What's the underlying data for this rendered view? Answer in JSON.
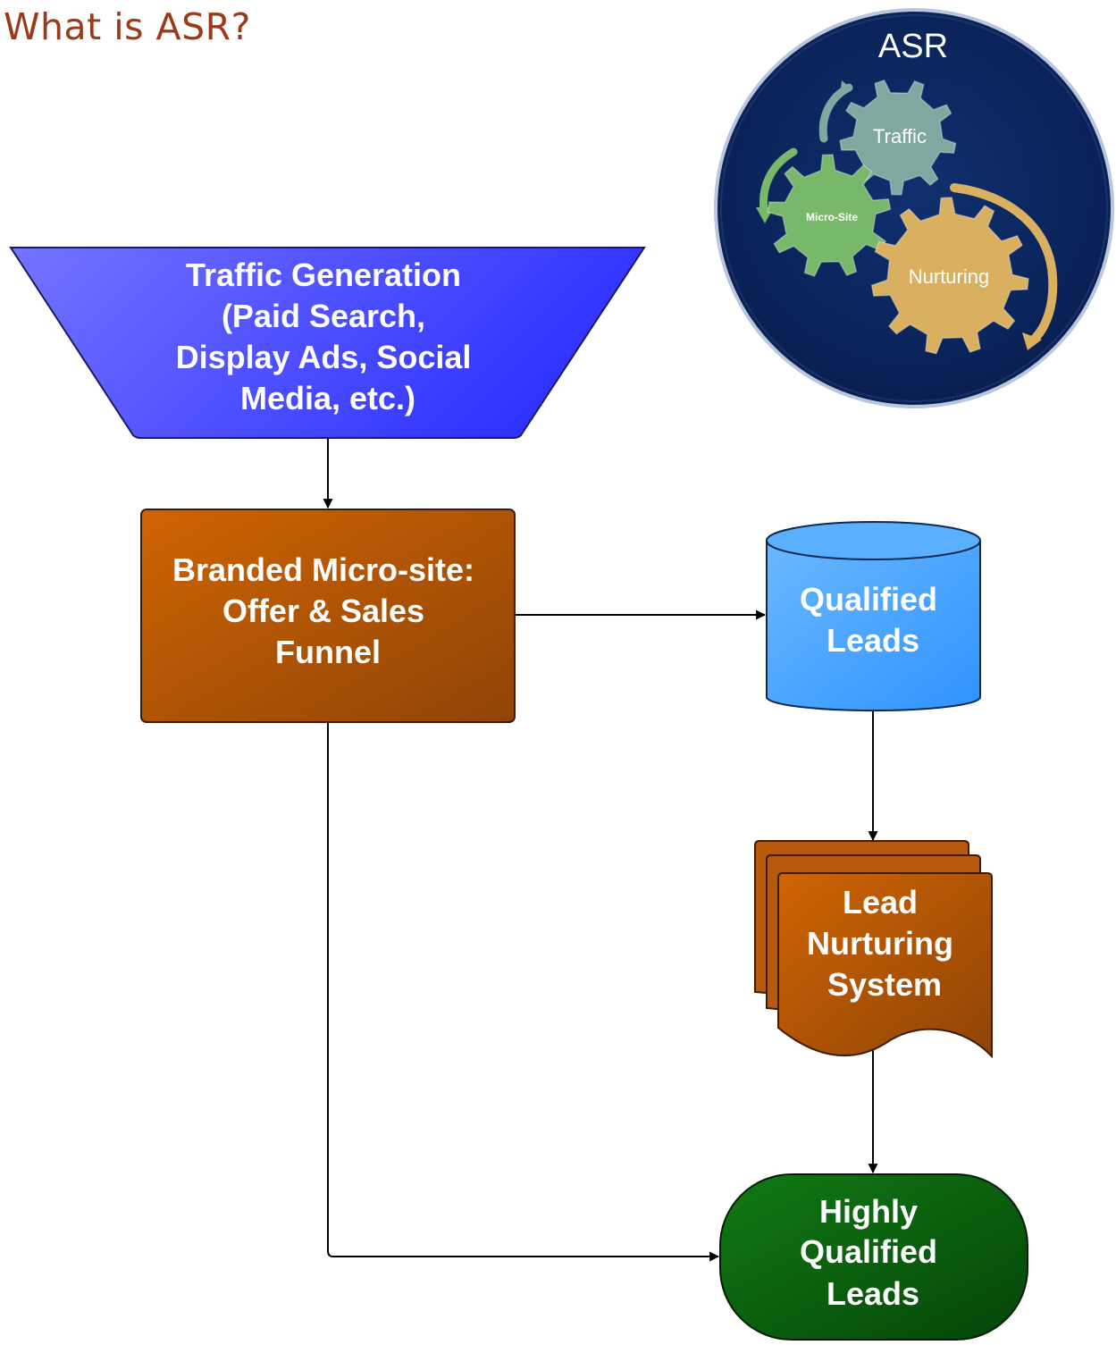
{
  "page": {
    "title": "What is ASR?"
  },
  "asr_badge": {
    "title": "ASR",
    "gears": [
      {
        "label": "Traffic"
      },
      {
        "label": "Micro-Site"
      },
      {
        "label": "Nurturing"
      }
    ]
  },
  "nodes": {
    "traffic_generation": {
      "lines": [
        "Traffic Generation",
        "(Paid Search,",
        "Display Ads, Social",
        "Media, etc.)"
      ]
    },
    "micro_site": {
      "lines": [
        "Branded Micro-site:",
        "Offer & Sales",
        "Funnel"
      ]
    },
    "qualified_leads": {
      "lines": [
        "Qualified",
        "Leads"
      ]
    },
    "lead_nurturing": {
      "lines": [
        "Lead",
        "Nurturing",
        "System"
      ]
    },
    "highly_qualified": {
      "lines": [
        "Highly",
        "Qualified",
        "Leads"
      ]
    }
  },
  "colors": {
    "title": "#9b3a18",
    "traffic_fill": "#4a4cff",
    "orange_fill": "#b85a0c",
    "cylinder_fill": "#4aa6ff",
    "green_fill": "#0b5e10",
    "badge_fill": "#0e2a66",
    "gear_traffic": "#7fa9a0",
    "gear_microsite": "#78b86a",
    "gear_nurturing": "#d8b060"
  }
}
